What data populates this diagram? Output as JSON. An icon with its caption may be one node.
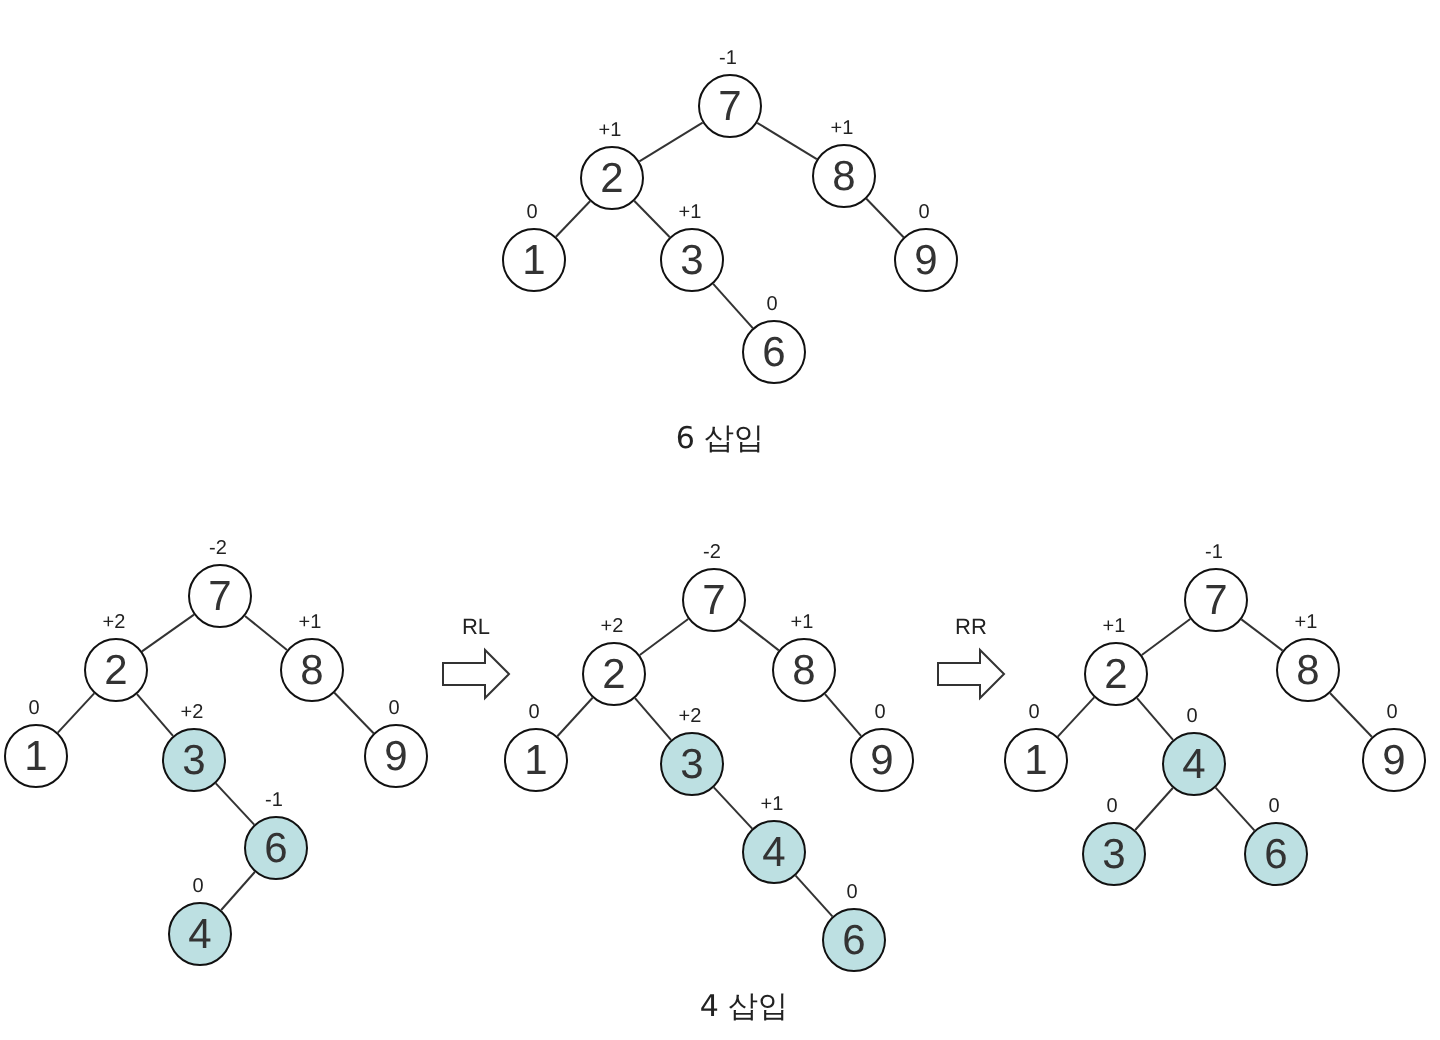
{
  "diagram": {
    "nodes": [
      {
        "text": [
          "7"
        ],
        "beside": [
          "-1"
        ]
      },
      {
        "text": [
          "2"
        ],
        "beside": [
          "+1"
        ]
      },
      {
        "text": [
          "8"
        ],
        "beside": [
          "+1"
        ]
      },
      {
        "text": [
          "1"
        ],
        "beside": [
          "0"
        ]
      },
      {
        "text": [
          "3"
        ],
        "beside": [
          "+1"
        ]
      },
      {
        "text": [
          "9"
        ],
        "beside": [
          "0"
        ]
      },
      {
        "text": [
          "6"
        ],
        "beside": [
          "0"
        ]
      },
      {
        "text": [
          "7"
        ],
        "beside": [
          "-2"
        ]
      },
      {
        "text": [
          "2"
        ],
        "beside": [
          "+2"
        ]
      },
      {
        "text": [
          "8"
        ],
        "beside": [
          "+1"
        ]
      },
      {
        "text": [
          "1"
        ],
        "beside": [
          "0"
        ]
      },
      {
        "text": [
          "3"
        ],
        "beside": [
          "+2"
        ]
      },
      {
        "text": [
          "9"
        ],
        "beside": [
          "0"
        ]
      },
      {
        "text": [
          "6"
        ],
        "beside": [
          "-1"
        ]
      },
      {
        "text": [
          "4"
        ],
        "beside": [
          "0"
        ]
      },
      {
        "text": [
          "7"
        ],
        "beside": [
          "-2"
        ]
      },
      {
        "text": [
          "2"
        ],
        "beside": [
          "+2"
        ]
      },
      {
        "text": [
          "8"
        ],
        "beside": [
          "+1"
        ]
      },
      {
        "text": [
          "1"
        ],
        "beside": [
          "0"
        ]
      },
      {
        "text": [
          "3"
        ],
        "beside": [
          "+2"
        ]
      },
      {
        "text": [
          "9"
        ],
        "beside": [
          "0"
        ]
      },
      {
        "text": [
          "4"
        ],
        "beside": [
          "+1"
        ]
      },
      {
        "text": [
          "6"
        ],
        "beside": [
          "0"
        ]
      },
      {
        "text": [
          "7"
        ],
        "beside": [
          "-1"
        ]
      },
      {
        "text": [
          "2"
        ],
        "beside": [
          "+1"
        ]
      },
      {
        "text": [
          "8"
        ],
        "beside": [
          "+1"
        ]
      },
      {
        "text": [
          "1"
        ],
        "beside": [
          "0"
        ]
      },
      {
        "text": [
          "4"
        ],
        "beside": [
          "0"
        ]
      },
      {
        "text": [
          "9"
        ],
        "beside": [
          "0"
        ]
      },
      {
        "text": [
          "3"
        ],
        "beside": [
          "0"
        ]
      },
      {
        "text": [
          "6"
        ],
        "beside": [
          "0"
        ]
      }
    ],
    "edges": [
      {
        "from": 0,
        "to": 1,
        "arrow": "none"
      },
      {
        "from": 0,
        "to": 2,
        "arrow": "none"
      },
      {
        "from": 1,
        "to": 3,
        "arrow": "none"
      },
      {
        "from": 1,
        "to": 4,
        "arrow": "none"
      },
      {
        "from": 2,
        "to": 5,
        "arrow": "none"
      },
      {
        "from": 4,
        "to": 6,
        "arrow": "none"
      },
      {
        "from": 7,
        "to": 8,
        "arrow": "none"
      },
      {
        "from": 7,
        "to": 9,
        "arrow": "none"
      },
      {
        "from": 8,
        "to": 10,
        "arrow": "none"
      },
      {
        "from": 8,
        "to": 11,
        "arrow": "none"
      },
      {
        "from": 9,
        "to": 12,
        "arrow": "none"
      },
      {
        "from": 11,
        "to": 13,
        "arrow": "none"
      },
      {
        "from": 13,
        "to": 14,
        "arrow": "none"
      },
      {
        "from": 15,
        "to": 16,
        "arrow": "none"
      },
      {
        "from": 15,
        "to": 17,
        "arrow": "none"
      },
      {
        "from": 16,
        "to": 18,
        "arrow": "none"
      },
      {
        "from": 16,
        "to": 19,
        "arrow": "none"
      },
      {
        "from": 17,
        "to": 20,
        "arrow": "none"
      },
      {
        "from": 19,
        "to": 21,
        "arrow": "none"
      },
      {
        "from": 21,
        "to": 22,
        "arrow": "none"
      },
      {
        "from": 23,
        "to": 24,
        "arrow": "none"
      },
      {
        "from": 23,
        "to": 25,
        "arrow": "none"
      },
      {
        "from": 24,
        "to": 26,
        "arrow": "none"
      },
      {
        "from": 24,
        "to": 27,
        "arrow": "none"
      },
      {
        "from": 25,
        "to": 28,
        "arrow": "none"
      },
      {
        "from": 27,
        "to": 29,
        "arrow": "none"
      },
      {
        "from": 27,
        "to": 30,
        "arrow": "none"
      },
      {
        "from": 12,
        "to": 18,
        "arrow": "to",
        "label": "RL"
      },
      {
        "from": 20,
        "to": 26,
        "arrow": "to",
        "label": "RR"
      }
    ],
    "labels": [
      "6 삽입",
      "4 삽입"
    ]
  }
}
